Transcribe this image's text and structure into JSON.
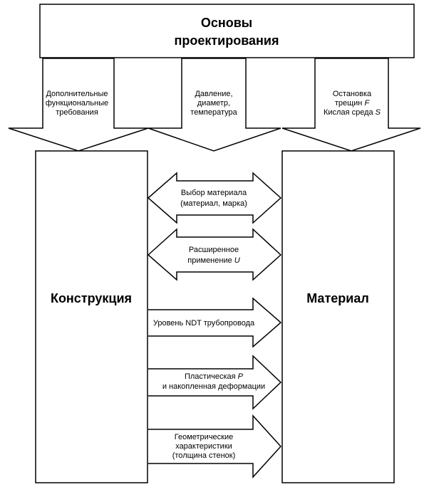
{
  "header": {
    "line1": "Основы",
    "line2": "проектирования"
  },
  "inputs": {
    "left": [
      "Дополнительные",
      "функциональные",
      "требования"
    ],
    "middle": [
      "Давление,",
      "диаметр,",
      "температура"
    ],
    "right": {
      "line1": "Остановка",
      "line2_text": "трещин ",
      "line2_symbol": "F",
      "line3_text": "Кислая среда ",
      "line3_symbol": "S"
    }
  },
  "left_box": {
    "label": "Конструкция"
  },
  "right_box": {
    "label": "Материал"
  },
  "connections": {
    "material_selection": [
      "Выбор материала",
      "(материал, марка)"
    ],
    "extended_use": {
      "line1": "Расширенное",
      "line2_text": "применение ",
      "line2_symbol": "U"
    },
    "ndt_level": "Уровень NDT трубопровода",
    "plastic_strain": {
      "line1_text": "Пластическая ",
      "line1_symbol": "P",
      "line2": "и накопленная деформации"
    },
    "geometry": [
      "Геометрические",
      "характеристики",
      "(толщина стенок)"
    ]
  }
}
